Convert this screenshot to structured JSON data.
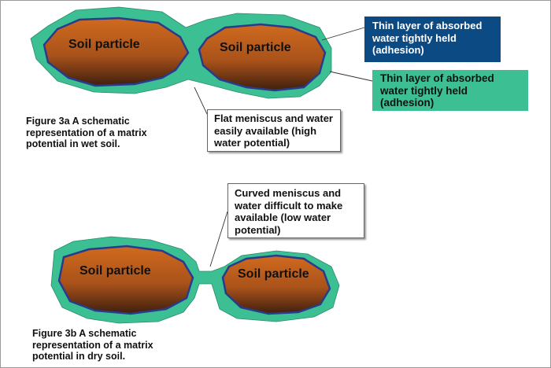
{
  "figure_a": {
    "particle_left": "Soil particle",
    "particle_right": "Soil particle",
    "caption": "Figure 3a A schematic representation of a matrix potential in wet soil.",
    "callout_adhesion_dark": "Thin layer of absorbed water tightly held (adhesion)",
    "callout_adhesion_teal": "Thin layer of absorbed water tightly held (adhesion)",
    "callout_meniscus": "Flat meniscus and water easily available (high water potential)"
  },
  "figure_b": {
    "particle_left": "Soil particle",
    "particle_right": "Soil particle",
    "caption": "Figure 3b A schematic representation of a matrix potential in dry soil.",
    "callout_meniscus": "Curved meniscus and water difficult to make available (low water potential)"
  },
  "colors": {
    "water": "#3dbf94",
    "particle": "#c0621c",
    "particle_dark": "#4a2410",
    "outline": "#2a3a8c",
    "callout_dark": "#0b4a82",
    "callout_teal": "#3dbf94"
  }
}
